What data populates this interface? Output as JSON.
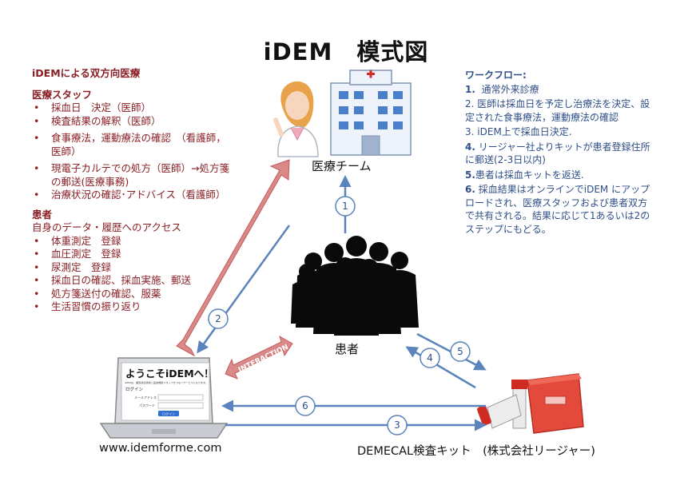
{
  "title": "iDEM　模式図",
  "left": {
    "heading": "iDEMによる双方向医療",
    "staff_title": "医療スタッフ",
    "staff_items": [
      "採血日　決定（医師）",
      "検査結果の解釈（医師）",
      "食事療法，運動療法の確認　（看護師，医師）",
      "現電子カルテでの処方（医師）→処方箋の郵送(医療事務)",
      "治療状況の確認･アドバイス（看護師）"
    ],
    "patient_title": "患者",
    "patient_intro": "自身のデータ・履歴へのアクセス",
    "patient_items": [
      "体重測定　登録",
      "血圧測定　登録",
      "尿測定　登録",
      "採血日の確認、採血実施、郵送",
      "処方箋送付の確認、服薬",
      "生活習慣の振り返り"
    ]
  },
  "workflow": {
    "title": "ワークフロー:",
    "steps": [
      {
        "num": "1.",
        "text": "通常外来診療"
      },
      {
        "num": "2.",
        "text": "医師は採血日を予定し治療法を決定、設定された食事療法，運動療法の確認"
      },
      {
        "num": "3.",
        "text": "iDEM上で採血日決定."
      },
      {
        "num": "4.",
        "text": "リージャー社よりキットが患者登録住所に郵送(2-3日以内)"
      },
      {
        "num": "5.",
        "text": "患者は採血キットを返送."
      },
      {
        "num": "6.",
        "text": "採血結果はオンラインでiDEM にアップロードされ、医療スタッフおよび患者双方で共有される。結果に応じて1あるいは2のステップにもどる。"
      }
    ]
  },
  "nodes": {
    "team": "医療チーム",
    "patient": "患者",
    "site": "www.idemforme.com",
    "kit": "DEMECAL検査キット　(株式会社リージャー)"
  },
  "interaction_label": "INTERACTION",
  "step_numbers": [
    "1",
    "2",
    "3",
    "4",
    "5",
    "6"
  ],
  "laptop": {
    "welcome": "ようこそiDEMへ！",
    "subtitle": "iDEMは、糖尿病患者様と医療機関スタッフをつなぐサービスになります。",
    "login": "ログイン",
    "mail_label": "メールアドレス",
    "password_label": "パスワード",
    "login_button": "ログイン"
  },
  "colors": {
    "dark_red": "#8a1f24",
    "blue_text": "#2f4f88",
    "arrow_blue": "#5b84bd",
    "arrow_red": "#d98a88"
  }
}
